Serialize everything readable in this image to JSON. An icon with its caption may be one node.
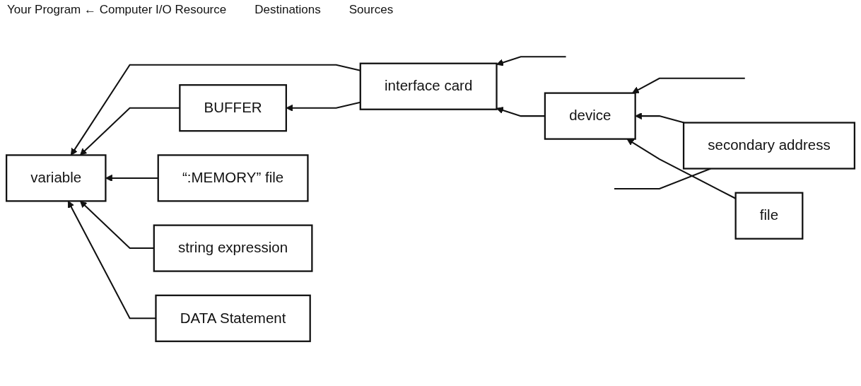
{
  "diagram": {
    "title": "Your Program ← Computer I/O Resource",
    "nodes": [
      {
        "text": [
          "variable"
        ]
      },
      {
        "text": [
          "BUFFER"
        ]
      },
      {
        "text": [
          "interface card"
        ]
      },
      {
        "text": [
          "device"
        ]
      },
      {
        "text": [
          "“:MEMORY” file"
        ]
      },
      {
        "text": [
          "secondary address"
        ]
      },
      {
        "text": [
          "string expression"
        ]
      },
      {
        "text": [
          "file"
        ]
      },
      {
        "text": [
          "DATA Statement"
        ]
      }
    ],
    "edges": [
      {
        "from": 2,
        "to": 0,
        "arrow": "to"
      },
      {
        "from": 2,
        "to": 1,
        "arrow": "to"
      },
      {
        "from": 1,
        "to": 0,
        "arrow": "to"
      },
      {
        "from": 4,
        "to": 0,
        "arrow": "to"
      },
      {
        "from": 6,
        "to": 0,
        "arrow": "to"
      },
      {
        "from": 8,
        "to": 0,
        "arrow": "to"
      },
      {
        "from": null,
        "to": 2,
        "arrow": "to"
      },
      {
        "from": 3,
        "to": 2,
        "arrow": "to"
      },
      {
        "from": null,
        "to": 3,
        "arrow": "to"
      },
      {
        "from": 5,
        "to": 3,
        "arrow": "to"
      },
      {
        "from": 7,
        "to": 3,
        "arrow": "to"
      },
      {
        "from": 5,
        "to": null,
        "arrow": "none"
      }
    ],
    "labels": [
      "Destinations",
      "Sources"
    ]
  }
}
